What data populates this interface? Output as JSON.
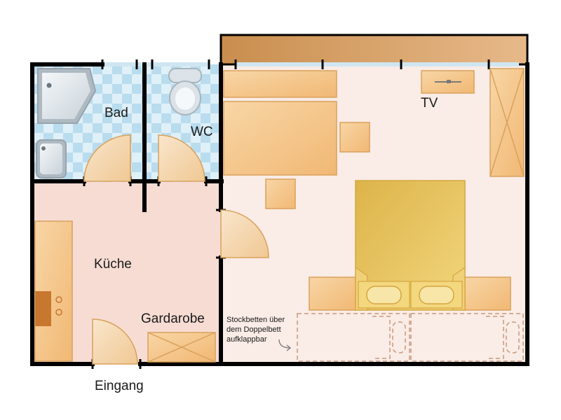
{
  "rooms": {
    "bad": "Bad",
    "wc": "WC",
    "kueche": "Küche",
    "gardarobe": "Gardarobe",
    "eingang": "Eingang",
    "tv": "TV"
  },
  "note": {
    "line1": "Stockbetten über",
    "line2": "dem Doppelbett",
    "line3": "aufklappbar"
  },
  "colors": {
    "wall": "#000000",
    "balcony": "#d8a86c",
    "floor_living": "#faece6",
    "floor_kitchen": "#f6dcd3",
    "tile_light": "#dff0f8",
    "tile_blue": "#b9dcee",
    "furniture_fill": "#f5c48a",
    "furniture_stroke": "#d9a15c",
    "bed_fill": "#e6bf55",
    "bunk_dashed": "#c89a7e"
  },
  "icons": [
    "shower-icon",
    "sink-icon",
    "toilet-icon",
    "stove-icon",
    "arrow-icon"
  ]
}
